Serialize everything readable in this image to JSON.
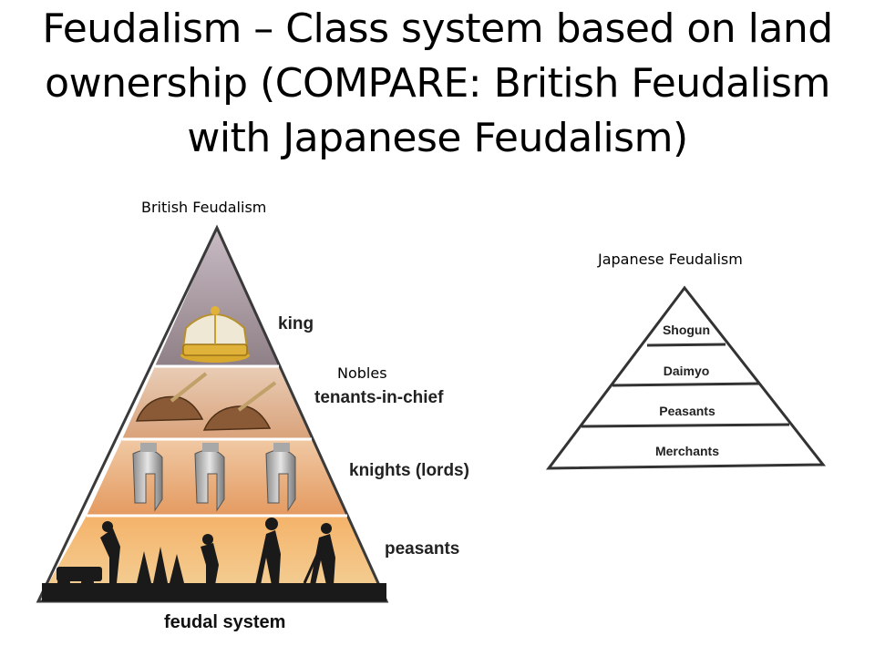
{
  "slide": {
    "title": "Feudalism – Class system based on land ownership (COMPARE:  British Feudalism with Japanese Feudalism)",
    "british_caption": "British Feudalism",
    "japanese_caption": "Japanese Feudalism",
    "nobles_label": "Nobles"
  },
  "british_pyramid": {
    "tiers": [
      "king",
      "tenants-in-chief",
      "knights (lords)",
      "peasants"
    ],
    "footer": "feudal system"
  },
  "japanese_pyramid": {
    "tiers": [
      "Shogun",
      "Daimyo",
      "Peasants",
      "Merchants"
    ]
  }
}
